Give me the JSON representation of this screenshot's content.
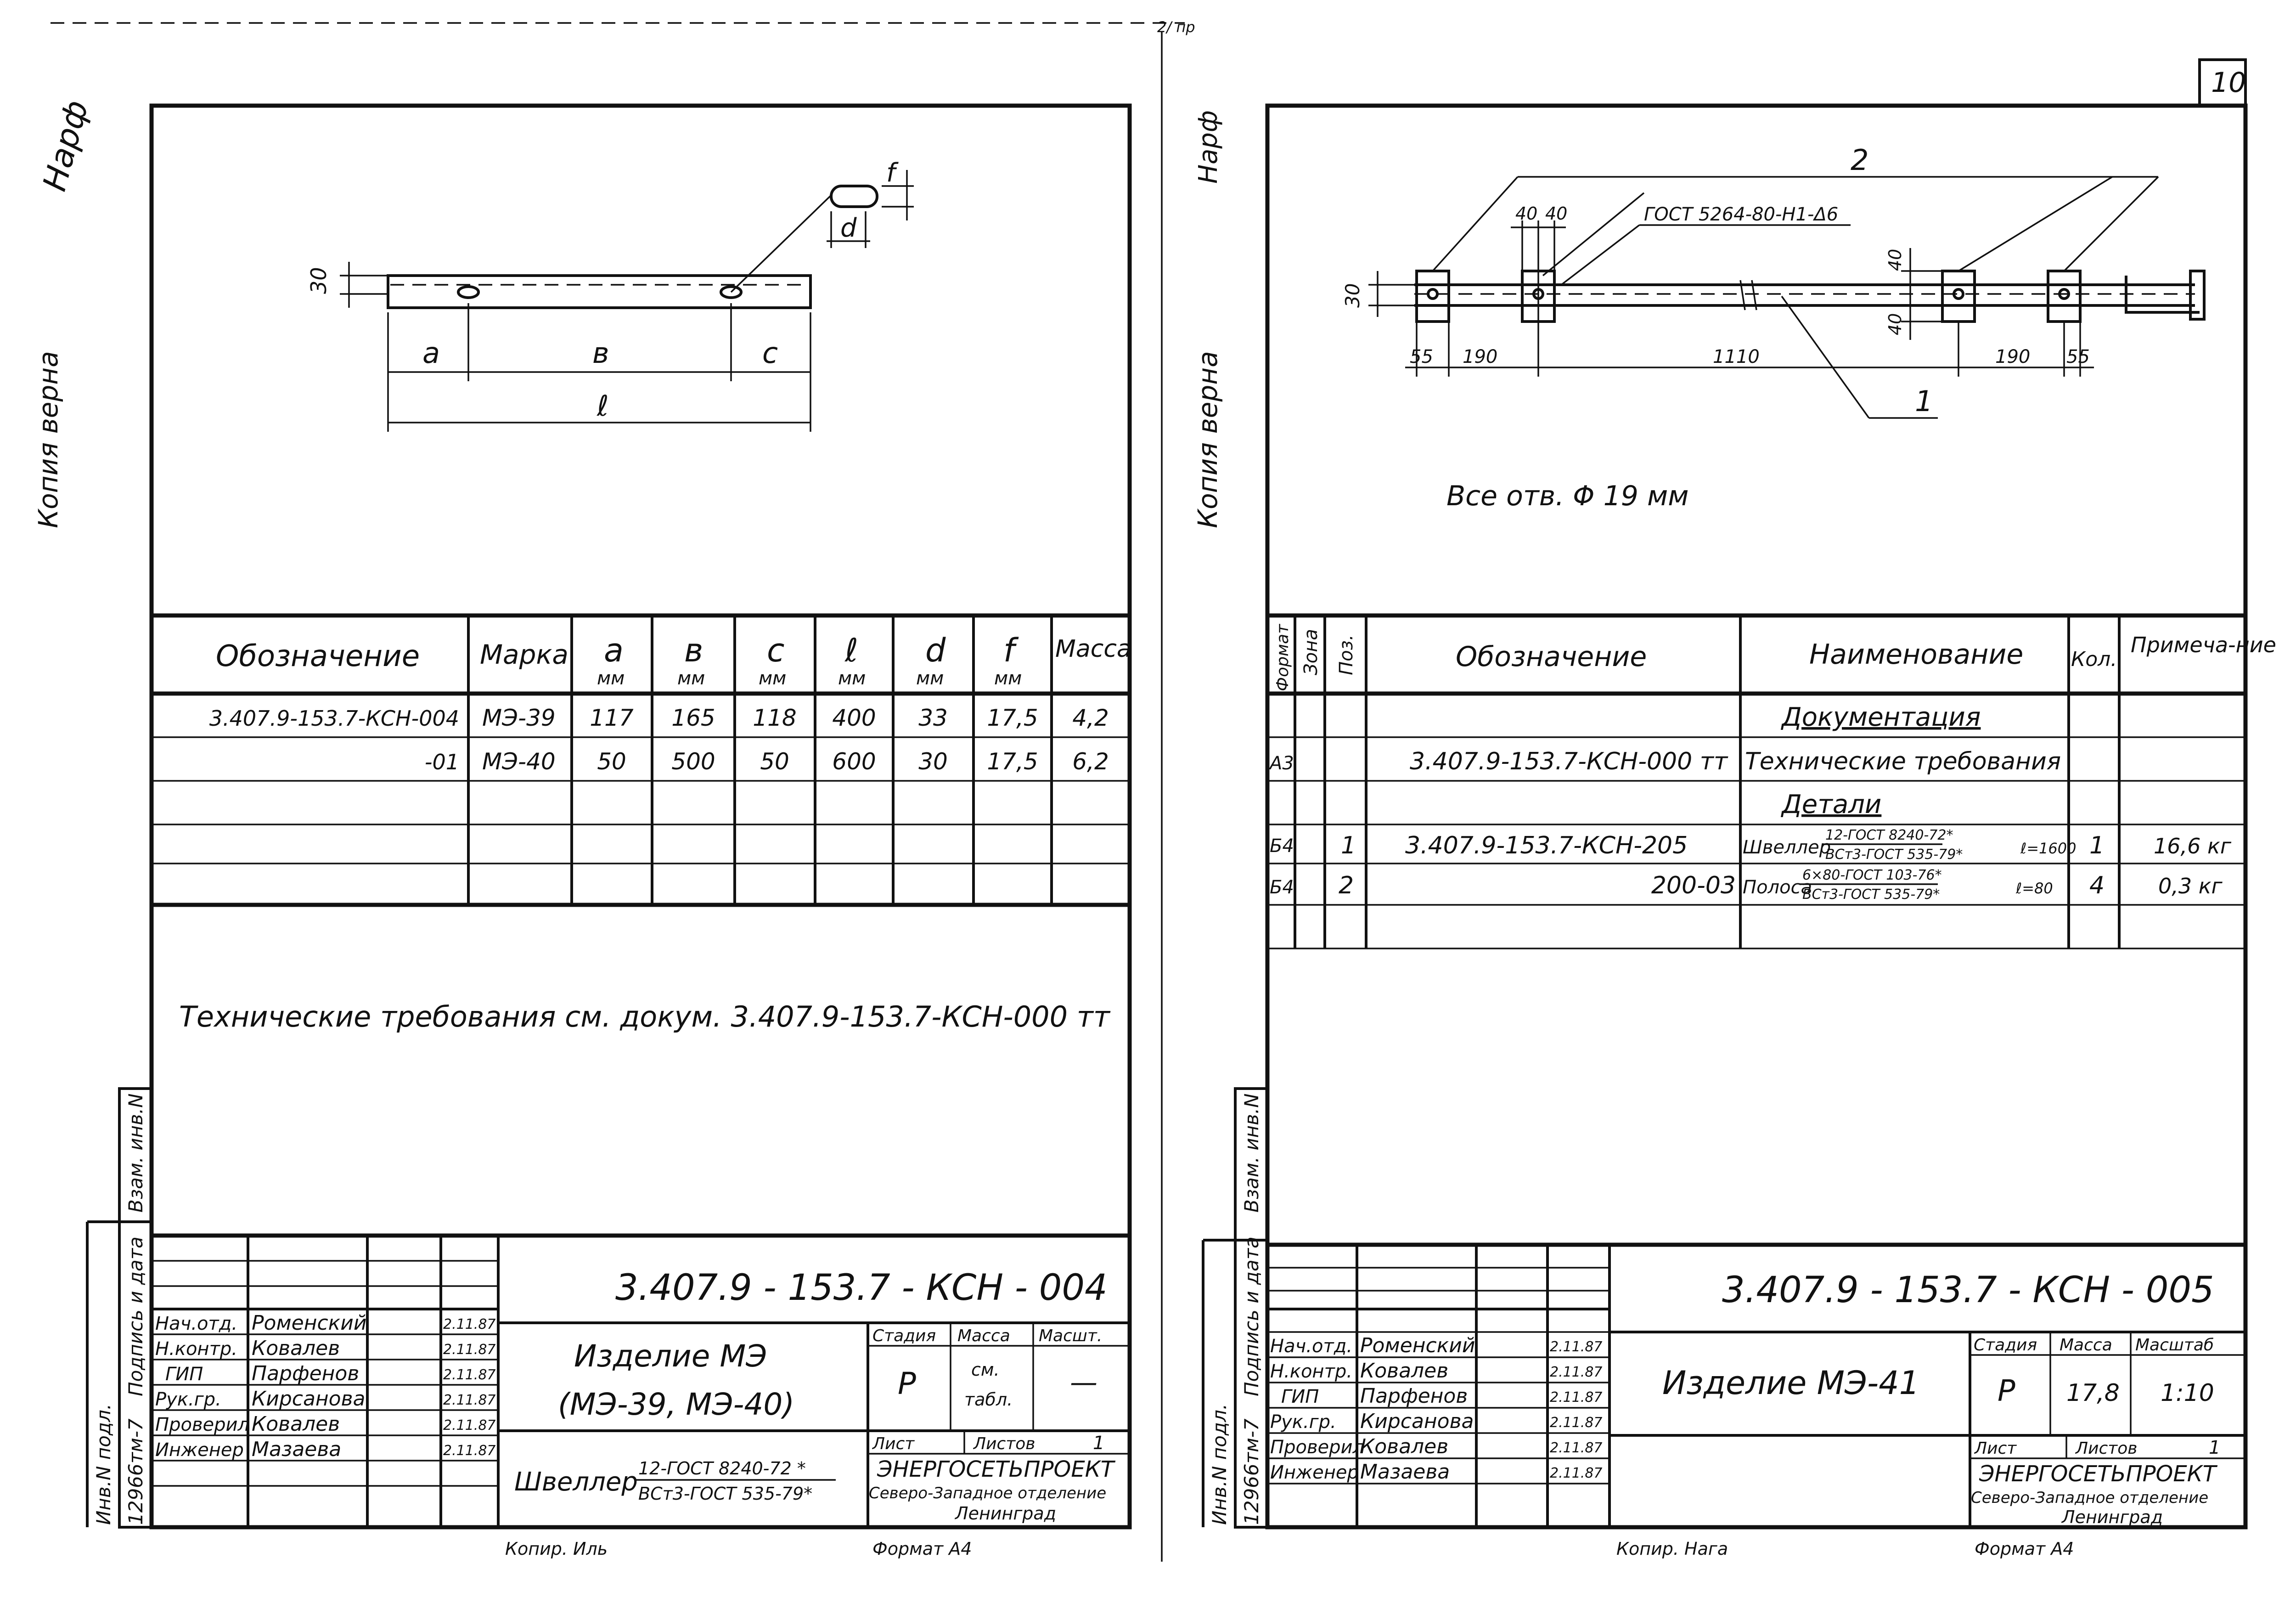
{
  "page_number": "10",
  "margin_notes": {
    "copy_true": "Копия верна",
    "signature_left": "Нарф",
    "signature_right": "Нарф",
    "top_code": "2/\nпр"
  },
  "side_block": {
    "inv_podl": "Инв.N подл.",
    "podpis_data": "Подпись и дата",
    "vzam_inv": "Взам. инв.N",
    "archive_no": "12966тм-7"
  },
  "left_sheet": {
    "drawing_labels": {
      "dim_30": "30",
      "a": "a",
      "b": "в",
      "c": "c",
      "l": "ℓ",
      "d": "d",
      "f": "f"
    },
    "spec_table": {
      "headers": [
        {
          "label": "Обозначение",
          "unit": ""
        },
        {
          "label": "Марка",
          "unit": ""
        },
        {
          "label": "a",
          "unit": "мм"
        },
        {
          "label": "в",
          "unit": "мм"
        },
        {
          "label": "c",
          "unit": "мм"
        },
        {
          "label": "ℓ",
          "unit": "мм"
        },
        {
          "label": "d",
          "unit": "мм"
        },
        {
          "label": "f",
          "unit": "мм"
        },
        {
          "label": "Масса",
          "unit": ""
        }
      ],
      "rows": [
        [
          "3.407.9-153.7-КСН-004",
          "МЭ-39",
          "117",
          "165",
          "118",
          "400",
          "33",
          "17,5",
          "4,2"
        ],
        [
          "-01",
          "МЭ-40",
          "50",
          "500",
          "50",
          "600",
          "30",
          "17,5",
          "6,2"
        ]
      ]
    },
    "tech_note": "Технические требования см. докум. 3.407.9-153.7-КСН-000 тт",
    "title_block": {
      "doc_code": "3.407.9 - 153.7 - КСН - 004",
      "people": [
        {
          "role": "Нач.отд.",
          "name": "Роменский",
          "date": "2.11.87"
        },
        {
          "role": "Н.контр.",
          "name": "Ковалев",
          "date": "2.11.87"
        },
        {
          "role": "ГИП",
          "name": "Парфенов",
          "date": "2.11.87"
        },
        {
          "role": "Рук.гр.",
          "name": "Кирсанова",
          "date": "2.11.87"
        },
        {
          "role": "Проверил",
          "name": "Ковалев",
          "date": "2.11.87"
        },
        {
          "role": "Инженер",
          "name": "Мазаева",
          "date": "2.11.87"
        }
      ],
      "name_line1": "Изделие МЭ",
      "name_line2": "(МЭ-39, МЭ-40)",
      "material_name": "Швеллер",
      "material_top": "12-ГОСТ 8240-72 *",
      "material_bottom": "ВСт3-ГОСТ 535-79*",
      "stage_h": "Стадия",
      "mass_h": "Масса",
      "scale_h": "Масшт.",
      "stage": "Р",
      "mass_line1": "см.",
      "mass_line2": "табл.",
      "scale": "—",
      "sheet_h": "Лист",
      "sheets_h": "Листов",
      "sheets": "1",
      "org_name": "ЭНЕРГОСЕТЬПРОЕКТ",
      "org_dept": "Северо-Западное отделение",
      "org_city": "Ленинград",
      "copied": "Копир. Иль",
      "format": "Формат А4"
    }
  },
  "right_sheet": {
    "drawing_labels": {
      "pos2": "2",
      "pos1": "1",
      "gost": "ГОСТ 5264-80-Н1-Δ6",
      "dim_40a": "40",
      "dim_40b": "40",
      "dim_30": "30",
      "dim_40v1": "40",
      "dim_40v2": "40",
      "dim_55a": "55",
      "dim_190a": "190",
      "dim_1110": "1110",
      "dim_190b": "190",
      "dim_55b": "55"
    },
    "holes_note": "Все отв. Φ 19 мм",
    "spec_table": {
      "headers": [
        "Формат",
        "Зона",
        "Поз.",
        "Обозначение",
        "Наименование",
        "Кол.",
        "Примеча-ние"
      ],
      "section_docs": "Документация",
      "section_parts": "Детали",
      "rows": [
        {
          "format": "А3",
          "zone": "",
          "pos": "",
          "designation": "3.407.9-153.7-КСН-000 тт",
          "name": "Технические требования",
          "qty": "",
          "note": ""
        },
        {
          "format": "Б4",
          "zone": "",
          "pos": "1",
          "designation": "3.407.9-153.7-КСН-205",
          "name": "Швеллер",
          "name_top": "12-ГОСТ 8240-72*",
          "name_bottom": "ВСт3-ГОСТ 535-79*",
          "name_suffix": "ℓ=1600",
          "qty": "1",
          "note": "16,6 кг"
        },
        {
          "format": "Б4",
          "zone": "",
          "pos": "2",
          "designation": "200-03",
          "name": "Полоса",
          "name_top": "6×80-ГОСТ 103-76*",
          "name_bottom": "ВСт3-ГОСТ 535-79*",
          "name_suffix": "ℓ=80",
          "qty": "4",
          "note": "0,3 кг"
        }
      ]
    },
    "title_block": {
      "doc_code": "3.407.9 - 153.7 - КСН - 005",
      "people": [
        {
          "role": "Нач.отд.",
          "name": "Роменский",
          "date": "2.11.87"
        },
        {
          "role": "Н.контр.",
          "name": "Ковалев",
          "date": "2.11.87"
        },
        {
          "role": "ГИП",
          "name": "Парфенов",
          "date": "2.11.87"
        },
        {
          "role": "Рук.гр.",
          "name": "Кирсанова",
          "date": "2.11.87"
        },
        {
          "role": "Проверил",
          "name": "Ковалев",
          "date": "2.11.87"
        },
        {
          "role": "Инженер",
          "name": "Мазаева",
          "date": "2.11.87"
        }
      ],
      "name": "Изделие МЭ-41",
      "stage_h": "Стадия",
      "mass_h": "Масса",
      "scale_h": "Масштаб",
      "stage": "Р",
      "mass": "17,8",
      "scale": "1:10",
      "sheet_h": "Лист",
      "sheets_h": "Листов",
      "sheets": "1",
      "org_name": "ЭНЕРГОСЕТЬПРОЕКТ",
      "org_dept": "Северо-Западное отделение",
      "org_city": "Ленинград",
      "copied": "Копир. Нага",
      "format": "Формат А4"
    }
  }
}
